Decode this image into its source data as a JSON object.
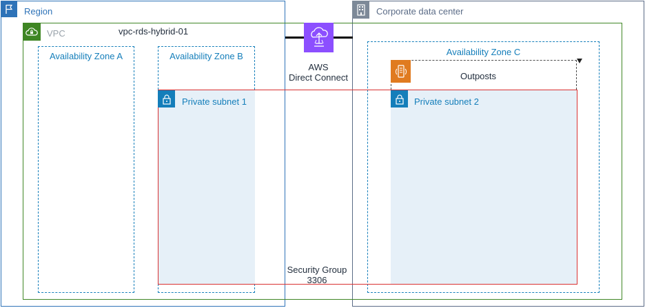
{
  "region": {
    "label": "Region",
    "icon": "flag-icon",
    "color": "#2e73b8"
  },
  "corporate": {
    "label": "Corporate data center",
    "icon": "building-icon",
    "color": "#5a6b86"
  },
  "vpc": {
    "label": "VPC",
    "name": "vpc-rds-hybrid-01",
    "icon": "cloud-lock-icon",
    "color": "#3f8624"
  },
  "availability_zones": [
    {
      "label": "Availability Zone A"
    },
    {
      "label": "Availability Zone B"
    },
    {
      "label": "Availability Zone C"
    }
  ],
  "subnets": [
    {
      "label": "Private subnet 1",
      "icon": "padlock-icon"
    },
    {
      "label": "Private subnet 2",
      "icon": "padlock-icon"
    }
  ],
  "outposts": {
    "label": "Outposts",
    "icon": "outposts-icon",
    "color": "#e07b20"
  },
  "direct_connect": {
    "line1": "AWS",
    "line2": "Direct Connect",
    "icon": "direct-connect-icon",
    "color": "#8c4fff"
  },
  "security_group": {
    "line1": "Security Group",
    "line2": "3306",
    "color": "#d93030"
  }
}
